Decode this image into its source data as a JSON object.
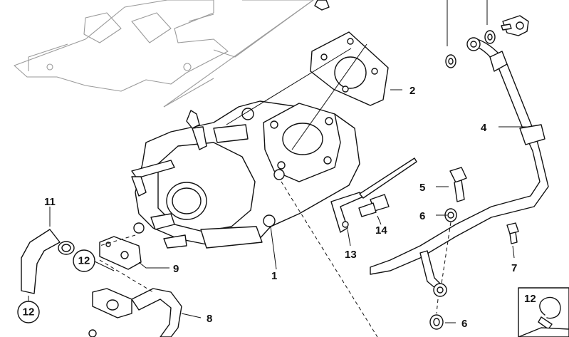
{
  "callouts": {
    "c1": "1",
    "c2": "2",
    "c4": "4",
    "c5": "5",
    "c6a": "6",
    "c6b": "6",
    "c7": "7",
    "c8": "8",
    "c9": "9",
    "c11": "11",
    "c12a": "12",
    "c12b": "12",
    "c13": "13",
    "c14": "14",
    "c12box": "12"
  }
}
